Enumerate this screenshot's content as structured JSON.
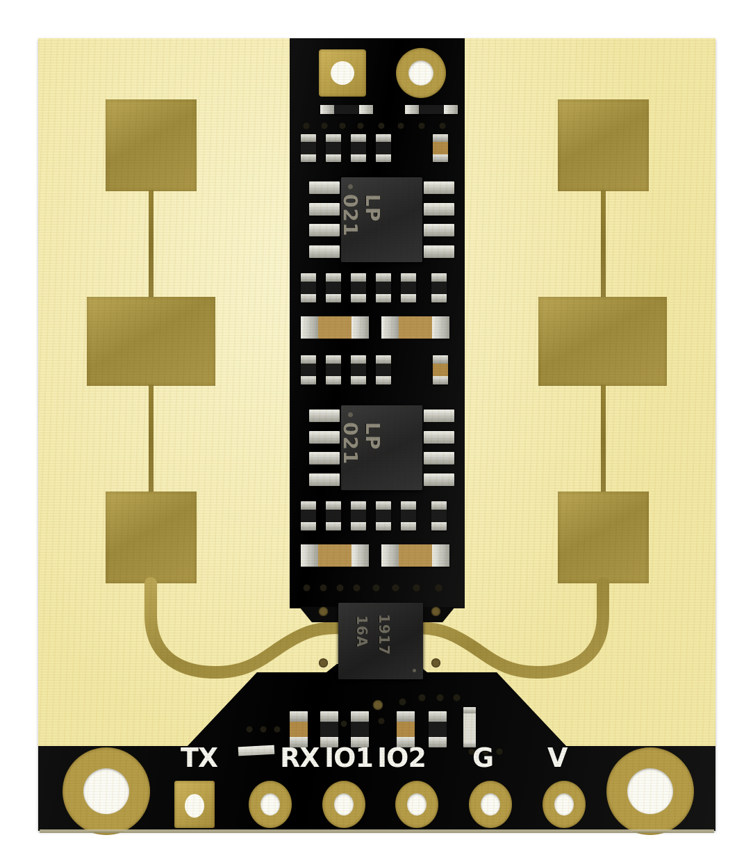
{
  "scene": {
    "subject": "radar-sensor-pcb",
    "background_color": "#ffffff"
  },
  "board": {
    "substrate_color": "#f2e8a6",
    "soldermask_color": "#0a0a0a",
    "copper_color": "#a6923f",
    "pad_color": "#b59c48"
  },
  "silkscreen": {
    "pin_labels": [
      {
        "text": "TX",
        "name": "pin-label-tx"
      },
      {
        "text": "RX",
        "name": "pin-label-rx"
      },
      {
        "text": "IO1",
        "name": "pin-label-io1"
      },
      {
        "text": "IO2",
        "name": "pin-label-io2"
      },
      {
        "text": "G",
        "name": "pin-label-g"
      },
      {
        "text": "V",
        "name": "pin-label-v"
      }
    ]
  },
  "ics": {
    "upper": {
      "line1": "LP",
      "line2": "021",
      "name": "ic-upper"
    },
    "lower": {
      "line1": "LP",
      "line2": "021",
      "name": "ic-lower"
    },
    "rf": {
      "line1": "1917",
      "line2": "16A",
      "name": "ic-rf-frontend"
    }
  },
  "connector": {
    "pin_count": 6,
    "pins": [
      "TX",
      "RX",
      "IO1",
      "IO2",
      "G",
      "V"
    ]
  },
  "antennas": {
    "left_patch_count": 3,
    "right_patch_count": 3,
    "description": "microstrip patch array"
  },
  "mounting_holes": {
    "count": 2,
    "positions": [
      "bottom-left",
      "bottom-right"
    ]
  },
  "top_pads": {
    "square": {
      "name": "top-square-pad"
    },
    "round": {
      "name": "top-round-pad"
    }
  }
}
